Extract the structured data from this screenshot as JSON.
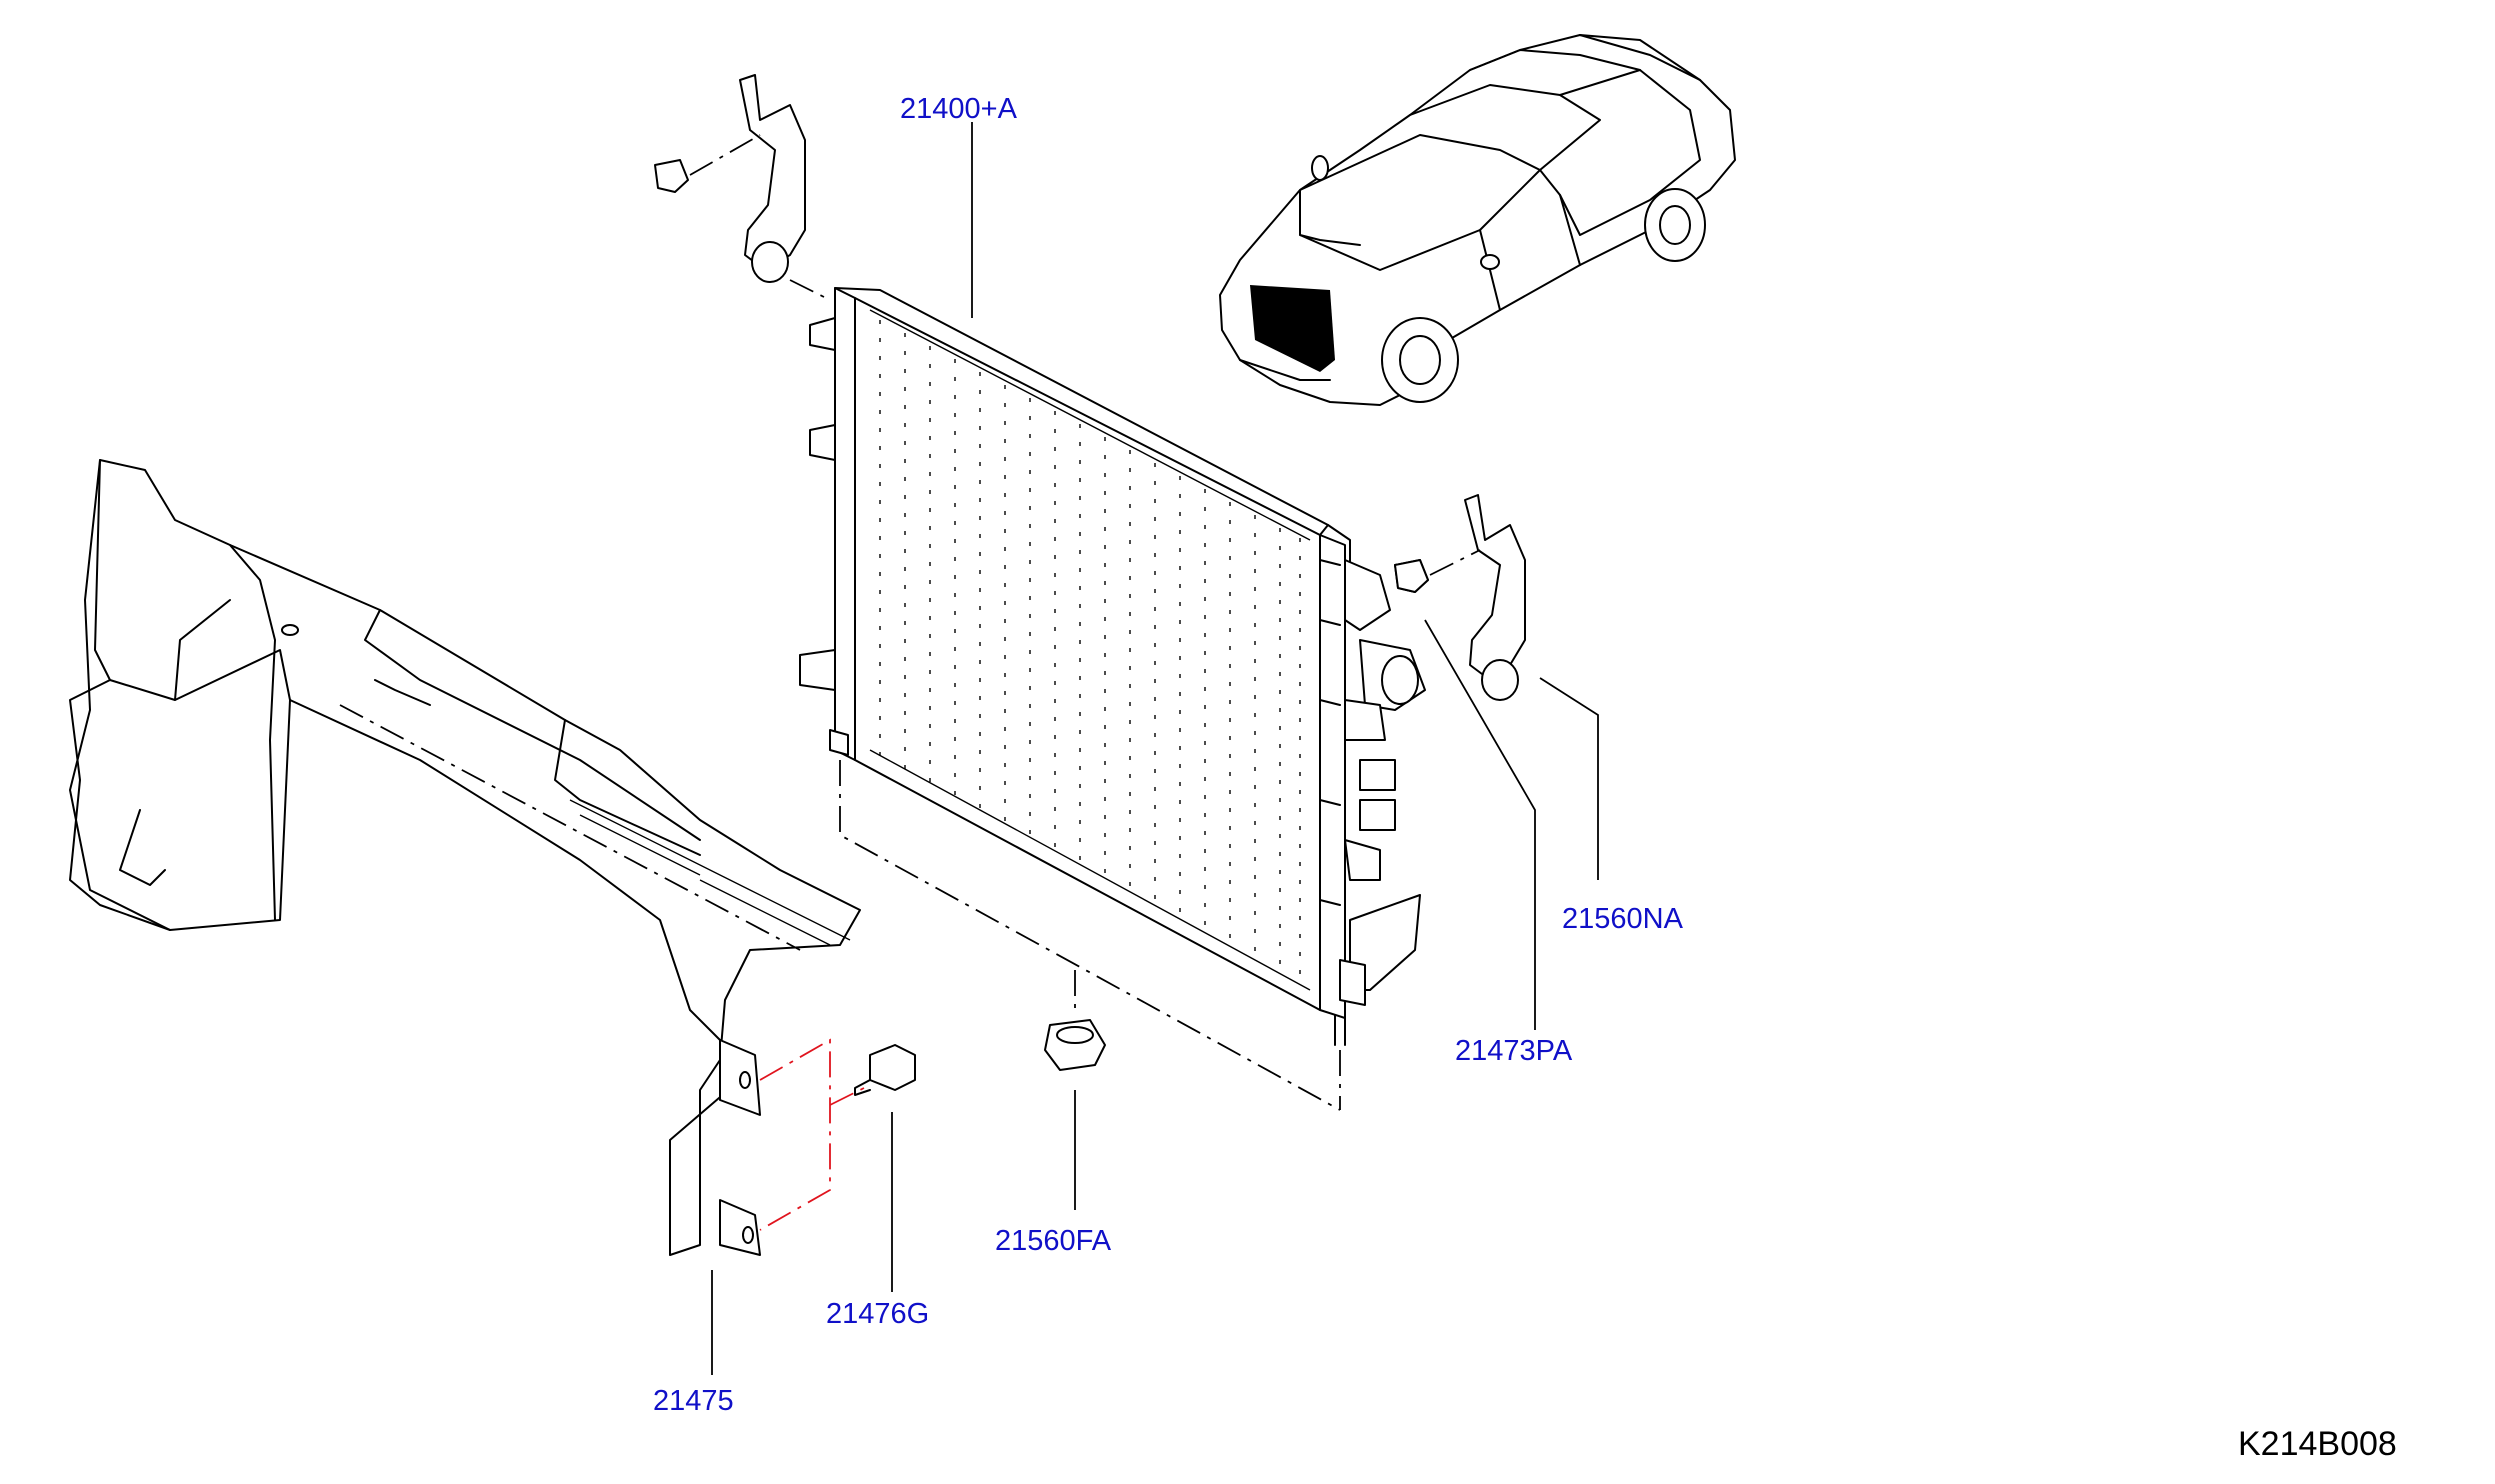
{
  "diagram": {
    "code": "K214B008",
    "labels": {
      "radiator": "21400+A",
      "mount_upper": "21560NA",
      "clip": "21473PA",
      "mount_lower": "21560FA",
      "clip_bracket": "21476G",
      "air_guide": "21475"
    }
  },
  "colors": {
    "label": "#1010c8",
    "line": "#000000",
    "alignment_red": "#e0141e"
  }
}
